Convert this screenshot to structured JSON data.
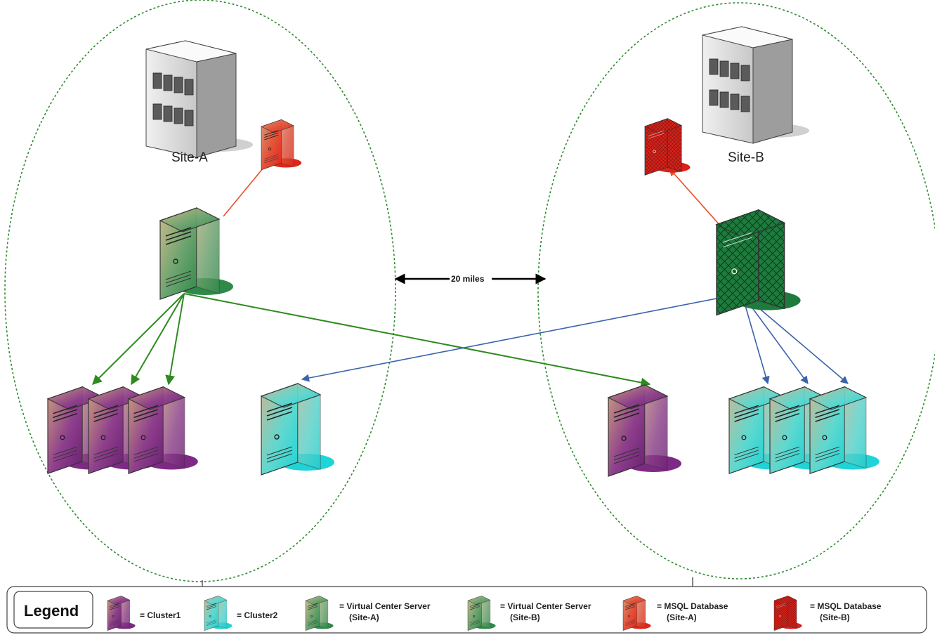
{
  "sites": [
    {
      "name": "Site-A"
    },
    {
      "name": "Site-B"
    }
  ],
  "distance": "20 miles",
  "legend": {
    "title": "Legend",
    "items": [
      {
        "label1": "= Cluster1",
        "label2": "",
        "icon": "purple-server-icon"
      },
      {
        "label1": "= Cluster2",
        "label2": "",
        "icon": "cyan-server-icon"
      },
      {
        "label1": "= Virtual Center Server",
        "label2": "(Site-A)",
        "icon": "green-server-icon"
      },
      {
        "label1": "= Virtual Center Server",
        "label2": "(Site-B)",
        "icon": "green-server-icon"
      },
      {
        "label1": "= MSQL Database",
        "label2": "(Site-A)",
        "icon": "red-server-icon"
      },
      {
        "label1": "= MSQL Database",
        "label2": "(Site-B)",
        "icon": "red-hatched-server-icon"
      }
    ]
  },
  "colors": {
    "boundary": "#2e8b2e",
    "cluster1": "#7e2a84",
    "cluster2": "#1fd3d6",
    "vc_server": "#2f8a4a",
    "database": "#e0261c",
    "link_green": "#2e8a1e",
    "link_blue": "#3a63ad",
    "link_red": "#e8502a"
  }
}
